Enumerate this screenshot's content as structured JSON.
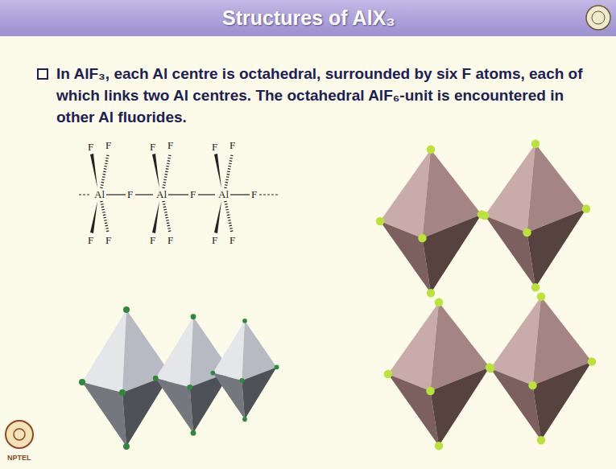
{
  "diagram": {
    "title": "Structures of AlX₃",
    "labels": [
      "In AlF₃, each Al centre is octahedral, surrounded by six F atoms, each of which links two Al centres. The octahedral AlF₆-unit is encountered in other Al fluorides.",
      "F",
      "F",
      "F",
      "F",
      "F",
      "F",
      "Al",
      "F",
      "Al",
      "F",
      "Al",
      "F",
      "F",
      "F",
      "F",
      "F",
      "F",
      "F",
      "NPTEL"
    ]
  }
}
